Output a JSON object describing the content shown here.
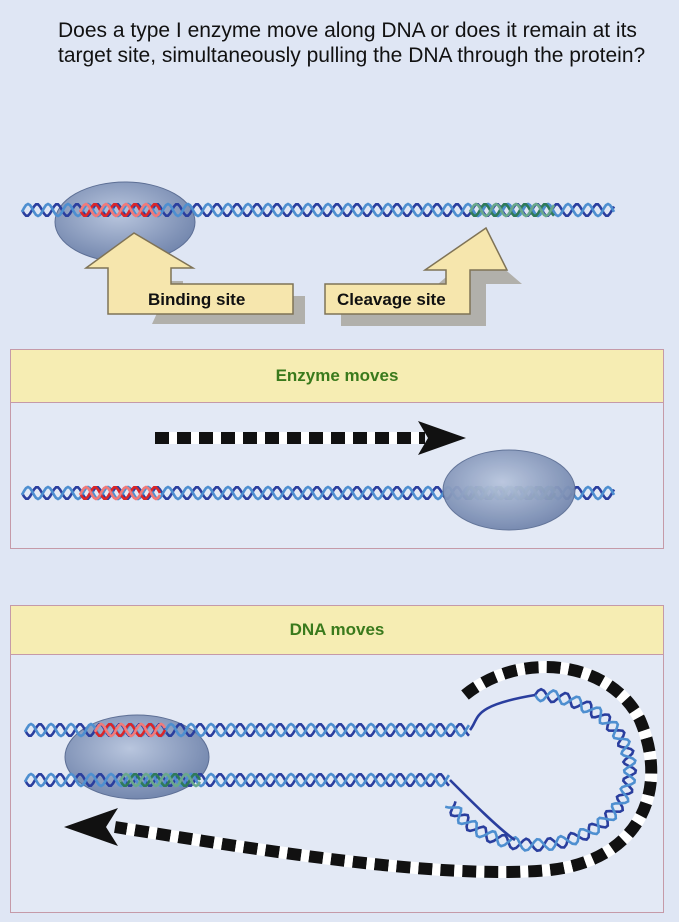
{
  "question": "Does a type I enzyme move along DNA or does it remain at its target site, simultaneously pulling the DNA through the protein?",
  "labels": {
    "binding_site": "Binding site",
    "cleavage_site": "Cleavage site"
  },
  "panels": [
    {
      "title": "Enzyme moves"
    },
    {
      "title": "DNA moves"
    }
  ],
  "colors": {
    "dna_blue": "#2a3e9e",
    "dna_blue_light": "#4e8fd0",
    "binding_red": "#d9262a",
    "cleavage_green": "#2f7a5a",
    "enzyme_fill": "#8a9cc0",
    "arrow_fill": "#f6e6ad",
    "panel_head": "#f6edb3",
    "title_green": "#3a7a1c"
  }
}
